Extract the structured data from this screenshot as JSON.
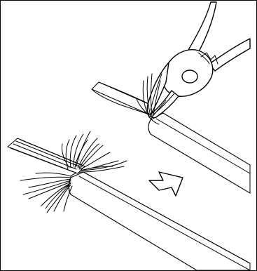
{
  "illustration": {
    "style": "line-drawing",
    "colors": {
      "ink": "#000000",
      "paper": "#ffffff",
      "frame": "#000000"
    },
    "parts": [
      {
        "name": "cable-stripped-end",
        "icon": "flat-cable-with-splayed-wires"
      },
      {
        "name": "cable-being-cut",
        "icon": "flat-cable-jacket"
      },
      {
        "name": "cutters",
        "icon": "diagonal-cutting-pliers"
      },
      {
        "name": "direction-arrow",
        "icon": "outline-arrow-up-right"
      }
    ]
  }
}
